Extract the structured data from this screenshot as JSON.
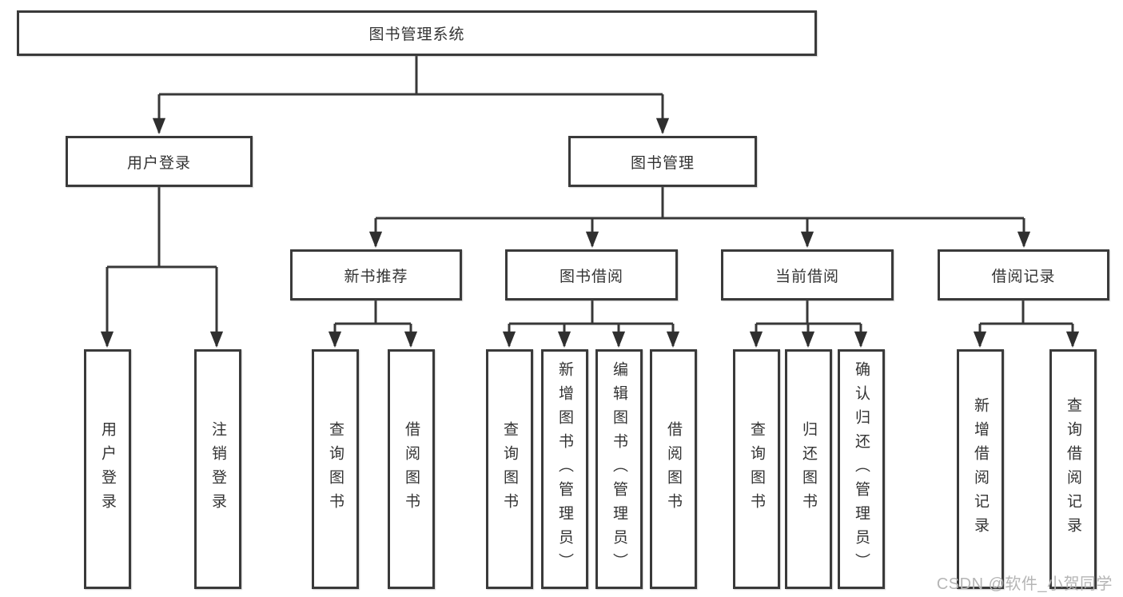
{
  "diagram": {
    "root": {
      "label": "图书管理系统"
    },
    "branches": [
      {
        "label": "用户登录",
        "children": [
          {
            "label": "用户登录"
          },
          {
            "label": "注销登录"
          }
        ]
      },
      {
        "label": "图书管理",
        "children": [
          {
            "label": "新书推荐",
            "children": [
              {
                "label": "查询图书"
              },
              {
                "label": "借阅图书"
              }
            ]
          },
          {
            "label": "图书借阅",
            "children": [
              {
                "label": "查询图书"
              },
              {
                "label": "新增图书（管理员）"
              },
              {
                "label": "编辑图书（管理员）"
              },
              {
                "label": "借阅图书"
              }
            ]
          },
          {
            "label": "当前借阅",
            "children": [
              {
                "label": "查询图书"
              },
              {
                "label": "归还图书"
              },
              {
                "label": "确认归还（管理员）"
              }
            ]
          },
          {
            "label": "借阅记录",
            "children": [
              {
                "label": "新增借阅记录"
              },
              {
                "label": "查询借阅记录"
              }
            ]
          }
        ]
      }
    ]
  },
  "watermark": {
    "text": "CSDN @软件_小贺同学"
  },
  "colors": {
    "line": "#383838",
    "box_border": "#3a3a3a",
    "box_fill": "#ffffff",
    "text": "#333333",
    "watermark": "#b5b5b5"
  }
}
